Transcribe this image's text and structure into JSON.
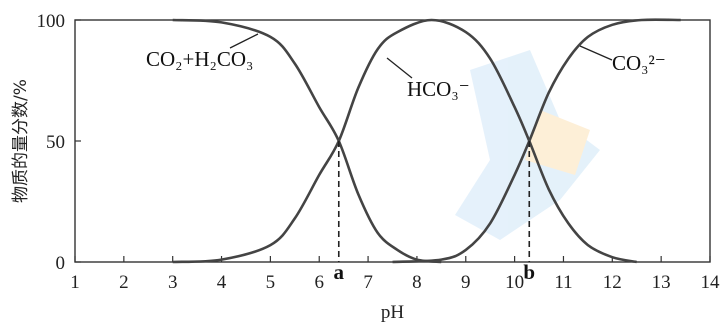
{
  "chart_data": {
    "type": "line",
    "ylabel": "物质的量分数/%",
    "xlabel": "pH",
    "xlim": [
      1,
      14
    ],
    "ylim": [
      0,
      100
    ],
    "xticks": [
      1,
      2,
      3,
      4,
      5,
      6,
      7,
      8,
      9,
      10,
      11,
      12,
      13,
      14
    ],
    "yticks": [
      0,
      50,
      100
    ],
    "grid": false,
    "series": [
      {
        "name": "CO₂+H₂CO₃",
        "x": [
          3.0,
          4.0,
          5.0,
          5.5,
          6.0,
          6.4,
          6.8,
          7.2,
          7.6,
          8.0,
          8.5
        ],
        "y": [
          100,
          99,
          93,
          82,
          64,
          50,
          28,
          12,
          5,
          1,
          0
        ]
      },
      {
        "name": "HCO₃⁻",
        "x": [
          3.0,
          4.0,
          5.0,
          5.5,
          6.0,
          6.4,
          6.8,
          7.2,
          7.6,
          8.3,
          9.0,
          9.5,
          10.0,
          10.3,
          10.7,
          11.1,
          11.5,
          12.0,
          12.5
        ],
        "y": [
          0,
          1,
          7,
          18,
          36,
          50,
          72,
          88,
          95,
          100,
          95,
          84,
          64,
          50,
          30,
          16,
          7,
          2,
          0
        ]
      },
      {
        "name": "CO₃²⁻",
        "x": [
          7.5,
          8.5,
          9.0,
          9.5,
          10.0,
          10.3,
          10.7,
          11.1,
          11.5,
          12.0,
          12.6,
          13.4
        ],
        "y": [
          0,
          1,
          5,
          16,
          36,
          50,
          70,
          84,
          93,
          98,
          100,
          100
        ]
      }
    ],
    "annotations": [
      {
        "label": "a",
        "x": 6.4,
        "y": 50
      },
      {
        "label": "b",
        "x": 10.3,
        "y": 50
      }
    ]
  }
}
